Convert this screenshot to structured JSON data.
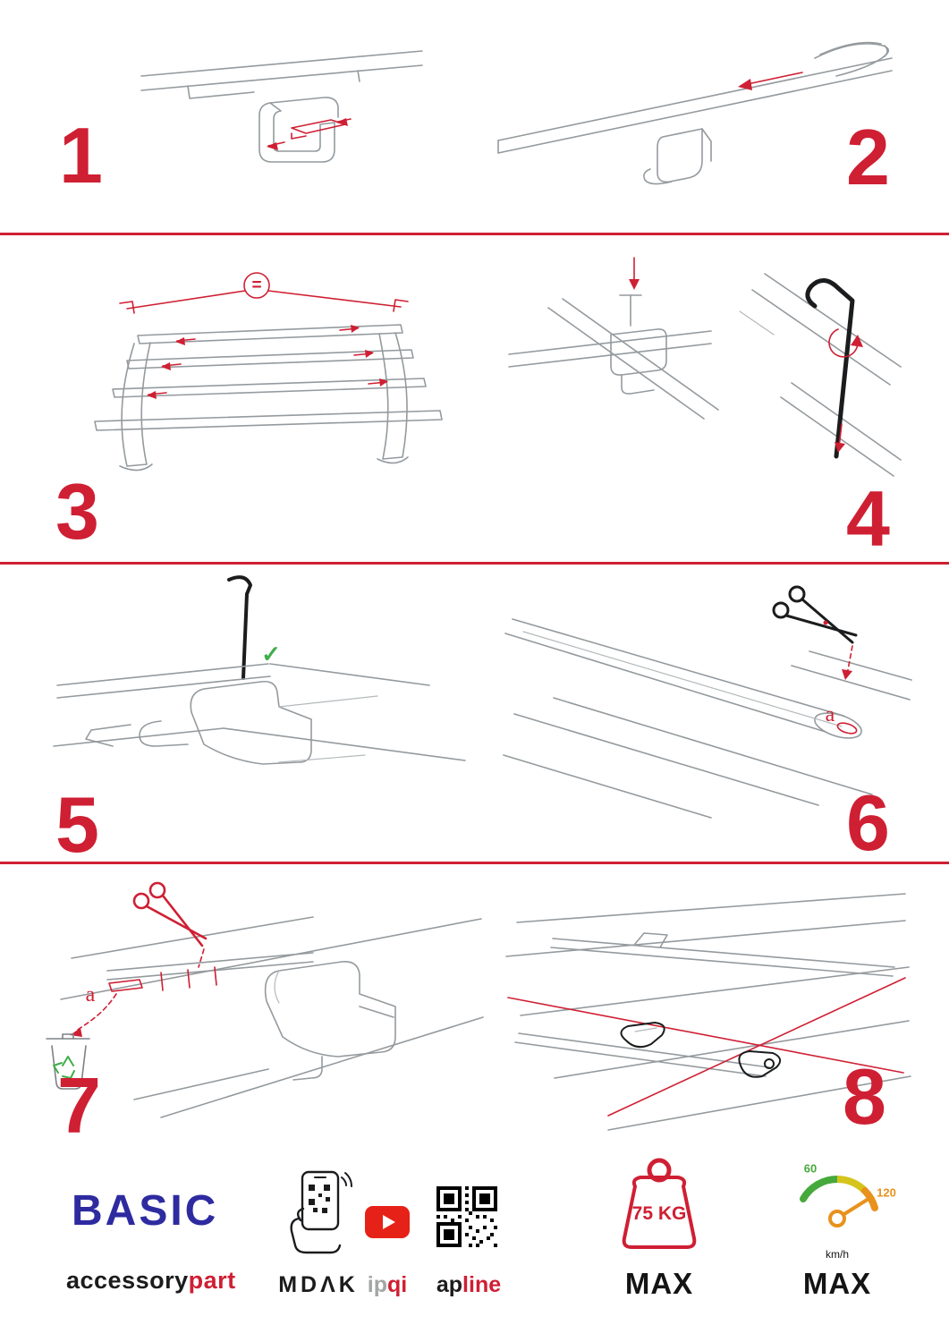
{
  "steps": [
    {
      "number": "1"
    },
    {
      "number": "2"
    },
    {
      "number": "3"
    },
    {
      "number": "4"
    },
    {
      "number": "5"
    },
    {
      "number": "6"
    },
    {
      "number": "7"
    },
    {
      "number": "8"
    }
  ],
  "annotations": {
    "equal_spacing_symbol": "=",
    "correct_checkmark": "✓",
    "cut_point_label_step6": "a",
    "cut_point_label_step7": "a"
  },
  "footer": {
    "product_line": "BASIC",
    "brand_black": "accessory",
    "brand_red": "part",
    "mdak_logo": "MDΛK",
    "ipqi_gray": "ip",
    "ipqi_red": "qi",
    "apline_black": "ap",
    "apline_red": "line",
    "max_load": "75 KG",
    "max_load_label": "MAX",
    "speed_tick_low": "60",
    "speed_tick_high": "120",
    "speed_unit": "km/h",
    "speed_max_label": "MAX"
  },
  "colors": {
    "accent_red": "#cf1f33",
    "brand_blue": "#2e2ba0",
    "check_green": "#3fae49",
    "gauge_green": "#46a93c",
    "gauge_orange": "#e8921c",
    "sketch_gray": "#949a9e"
  }
}
